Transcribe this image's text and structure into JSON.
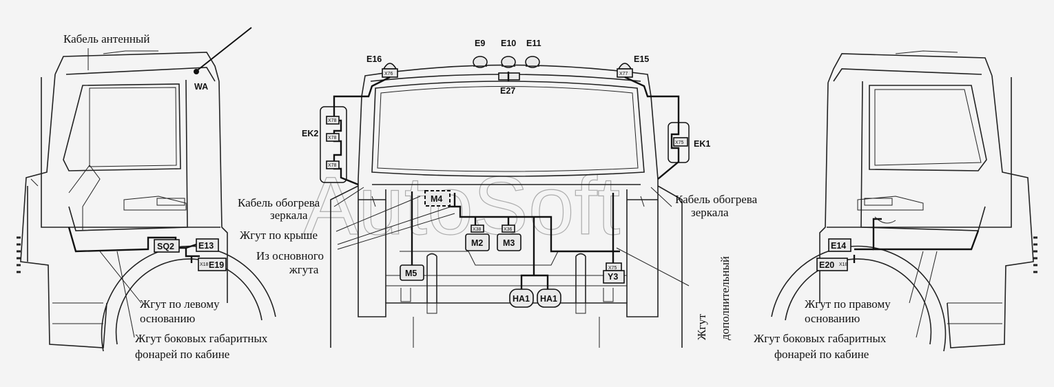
{
  "labels": {
    "antenna_cable": "Кабель антенный",
    "wa": "WA",
    "left_base_1": "Жгут по левому",
    "left_base_2": "основанию",
    "left_side_1": "Жгут боковых габаритных",
    "left_side_2": "фонарей по кабине",
    "mirror_left_1": "Кабель обогрева",
    "mirror_left_2": "зеркала",
    "roof": "Жгут по крыше",
    "main_1": "Из основного",
    "main_2": "жгута",
    "mirror_right_1": "Кабель обогрева",
    "mirror_right_2": "зеркала",
    "extra_1": "Жгут",
    "extra_2": "дополнительный",
    "right_base_1": "Жгут по правому",
    "right_base_2": "основанию",
    "right_side_1": "Жгут боковых габаритных",
    "right_side_2": "фонарей по кабине",
    "watermark": "AutoSoft"
  },
  "codes": {
    "e9": "E9",
    "e10": "E10",
    "e11": "E11",
    "e15": "E15",
    "e16": "E16",
    "e27": "E27",
    "ek1": "EK1",
    "ek2": "EK2",
    "m2": "M2",
    "m3": "M3",
    "m4": "M4",
    "m5": "M5",
    "y3": "Y3",
    "ha1a": "HA1",
    "ha1b": "HA1",
    "sq2": "SQ2",
    "e13": "E13",
    "e19": "E19",
    "e14": "E14",
    "e20": "E20"
  },
  "connectors": {
    "x76": "X76",
    "x77": "X77",
    "x78a": "X78",
    "x78b": "X78",
    "x78c": "X78",
    "x75a": "X75",
    "x75b": "X75",
    "x38": "X38",
    "x36": "X36",
    "x18a": "X18",
    "x18b": "X18"
  }
}
